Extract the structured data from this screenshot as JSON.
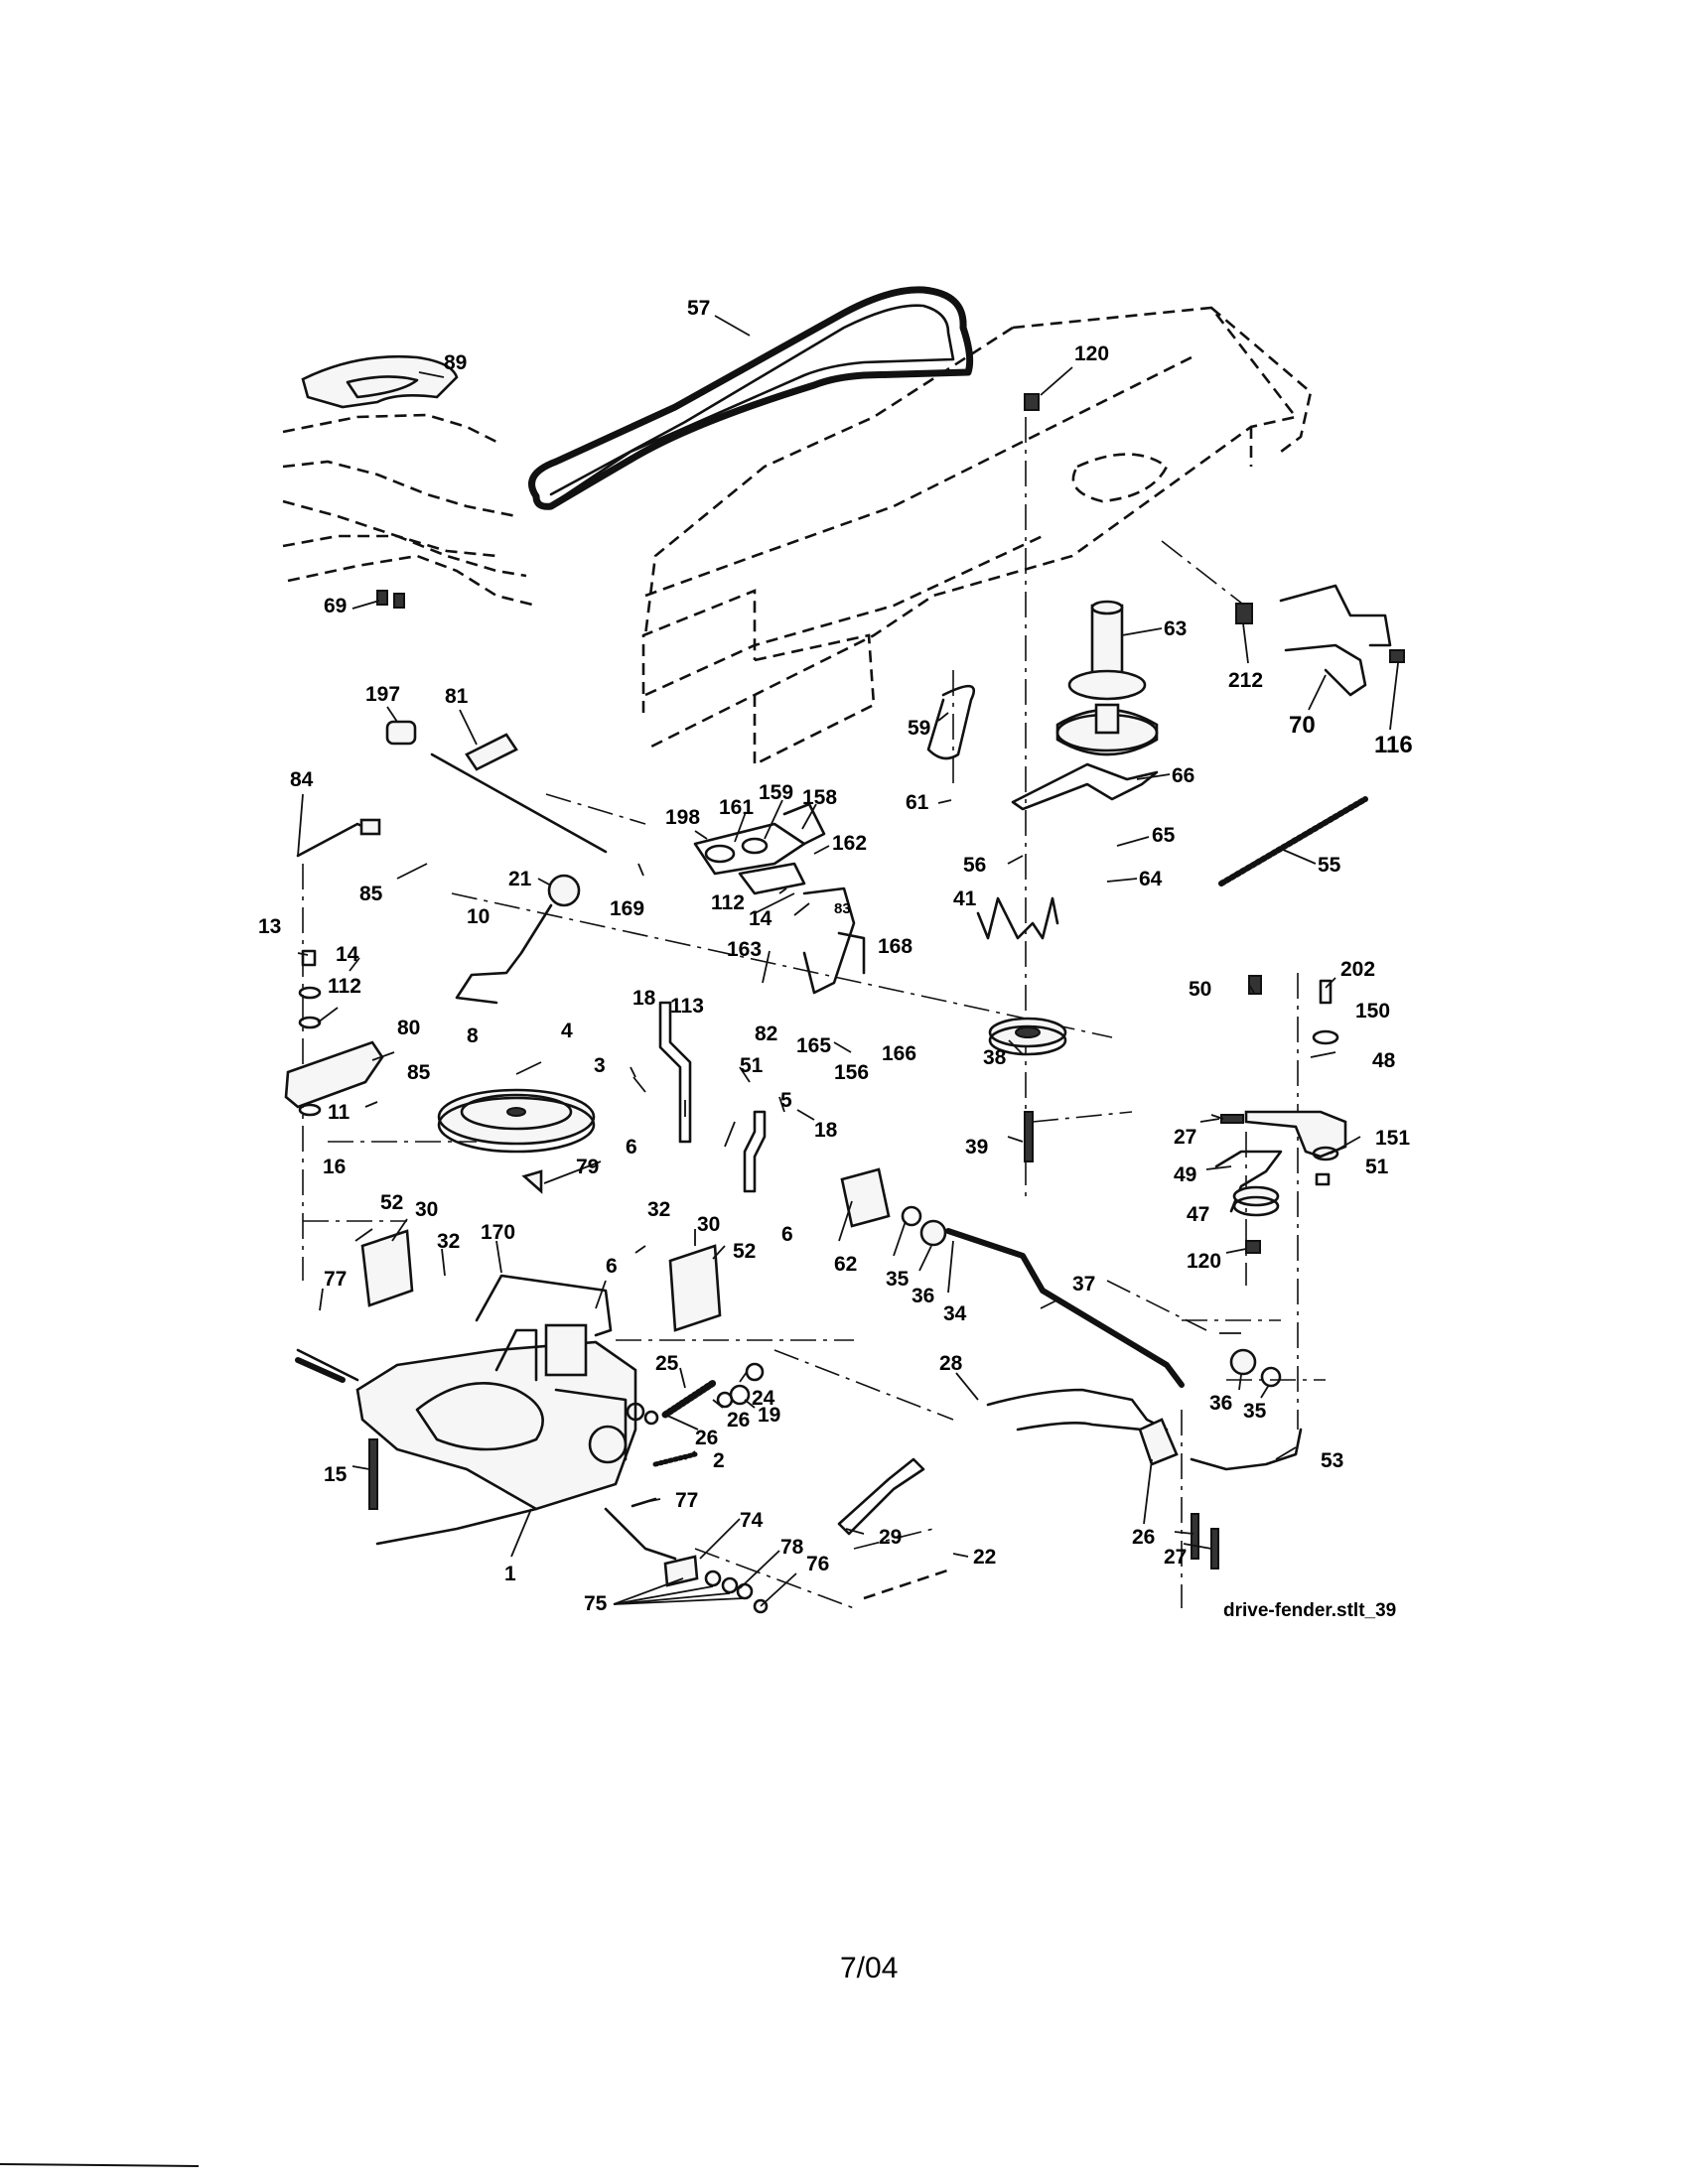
{
  "diagram": {
    "file_reference": "drive-fender.stlt_39",
    "page_date": "7/04",
    "part_numbers": {
      "p57": "57",
      "p89": "89",
      "p69": "69",
      "p120a": "120",
      "p63": "63",
      "p212": "212",
      "p70": "70",
      "p116": "116",
      "p197": "197",
      "p81": "81",
      "p59": "59",
      "p66": "66",
      "p84": "84",
      "p198": "198",
      "p161": "161",
      "p159": "159",
      "p158": "158",
      "p162": "162",
      "p61": "61",
      "p65": "65",
      "p55": "55",
      "p56": "56",
      "p64": "64",
      "p21": "21",
      "p85a": "85",
      "p169": "169",
      "p112a": "112",
      "p14a": "14",
      "p83": "83",
      "p13": "13",
      "p10": "10",
      "p14b": "14",
      "p112b": "112",
      "p163": "163",
      "p41": "41",
      "p168": "168",
      "p50": "50",
      "p202": "202",
      "p150": "150",
      "p18a": "18",
      "p113": "113",
      "p80": "80",
      "p8": "8",
      "p82": "82",
      "p4": "4",
      "p165": "165",
      "p166": "166",
      "p38": "38",
      "p48": "48",
      "p85b": "85",
      "p3": "3",
      "p51a": "51",
      "p156": "156",
      "p11": "11",
      "p5": "5",
      "p18b": "18",
      "p6a": "6",
      "p27a": "27",
      "p151": "151",
      "p39": "39",
      "p51b": "51",
      "p16": "16",
      "p79": "79",
      "p49": "49",
      "p52a": "52",
      "p30a": "30",
      "p6b": "6",
      "p47": "47",
      "p32a": "32",
      "p62": "62",
      "p35a": "35",
      "p32b": "32",
      "p30b": "30",
      "p120b": "120",
      "p170": "170",
      "p52b": "52",
      "p36a": "36",
      "p6c": "6",
      "p37": "37",
      "p34": "34",
      "p77a": "77",
      "p25": "25",
      "p24": "24",
      "p28": "28",
      "p26a": "26",
      "p19": "19",
      "p36b": "36",
      "p35b": "35",
      "p26b": "26",
      "p2": "2",
      "p53": "53",
      "p15": "15",
      "p77b": "77",
      "p74": "74",
      "p29": "29",
      "p26c": "26",
      "p27b": "27",
      "p1": "1",
      "p78": "78",
      "p76": "76",
      "p22": "22",
      "p75": "75"
    }
  }
}
